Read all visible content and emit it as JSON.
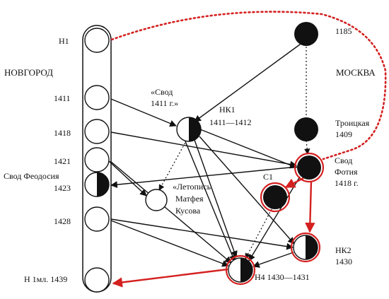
{
  "diagram": {
    "region_novgorod": "НОВГОРОД",
    "region_moscow": "МОСКВА",
    "novgorod_nodes": {
      "n1": "Н1",
      "y1411": "1411",
      "y1418": "1418",
      "y1421": "1421",
      "svod_feodosiya": "Свод Феодосия",
      "y1423": "1423",
      "y1428": "1428",
      "n1ml": "Н 1мл. 1439"
    },
    "moscow_nodes": {
      "y1185": "1185",
      "troitskaya": "Троицкая",
      "troitskaya_year": "1409",
      "svod_fotiya_1": "Свод",
      "svod_fotiya_2": "Фотия",
      "svod_fotiya_3": "1418 г."
    },
    "central_nodes": {
      "svod1411_1": "«Свод",
      "svod1411_2": "1411 г.»",
      "nk1": "НК1",
      "nk1_years": "1411—1412",
      "kusov_1": "«Летопись",
      "kusov_2": "Матфея",
      "kusov_3": "Кусова",
      "c1": "С1",
      "nk2": "НК2",
      "nk2_year": "1430",
      "n4": "Н4 1430—1431"
    },
    "colors": {
      "ink": "#111111",
      "highlight": "#d42020"
    }
  }
}
